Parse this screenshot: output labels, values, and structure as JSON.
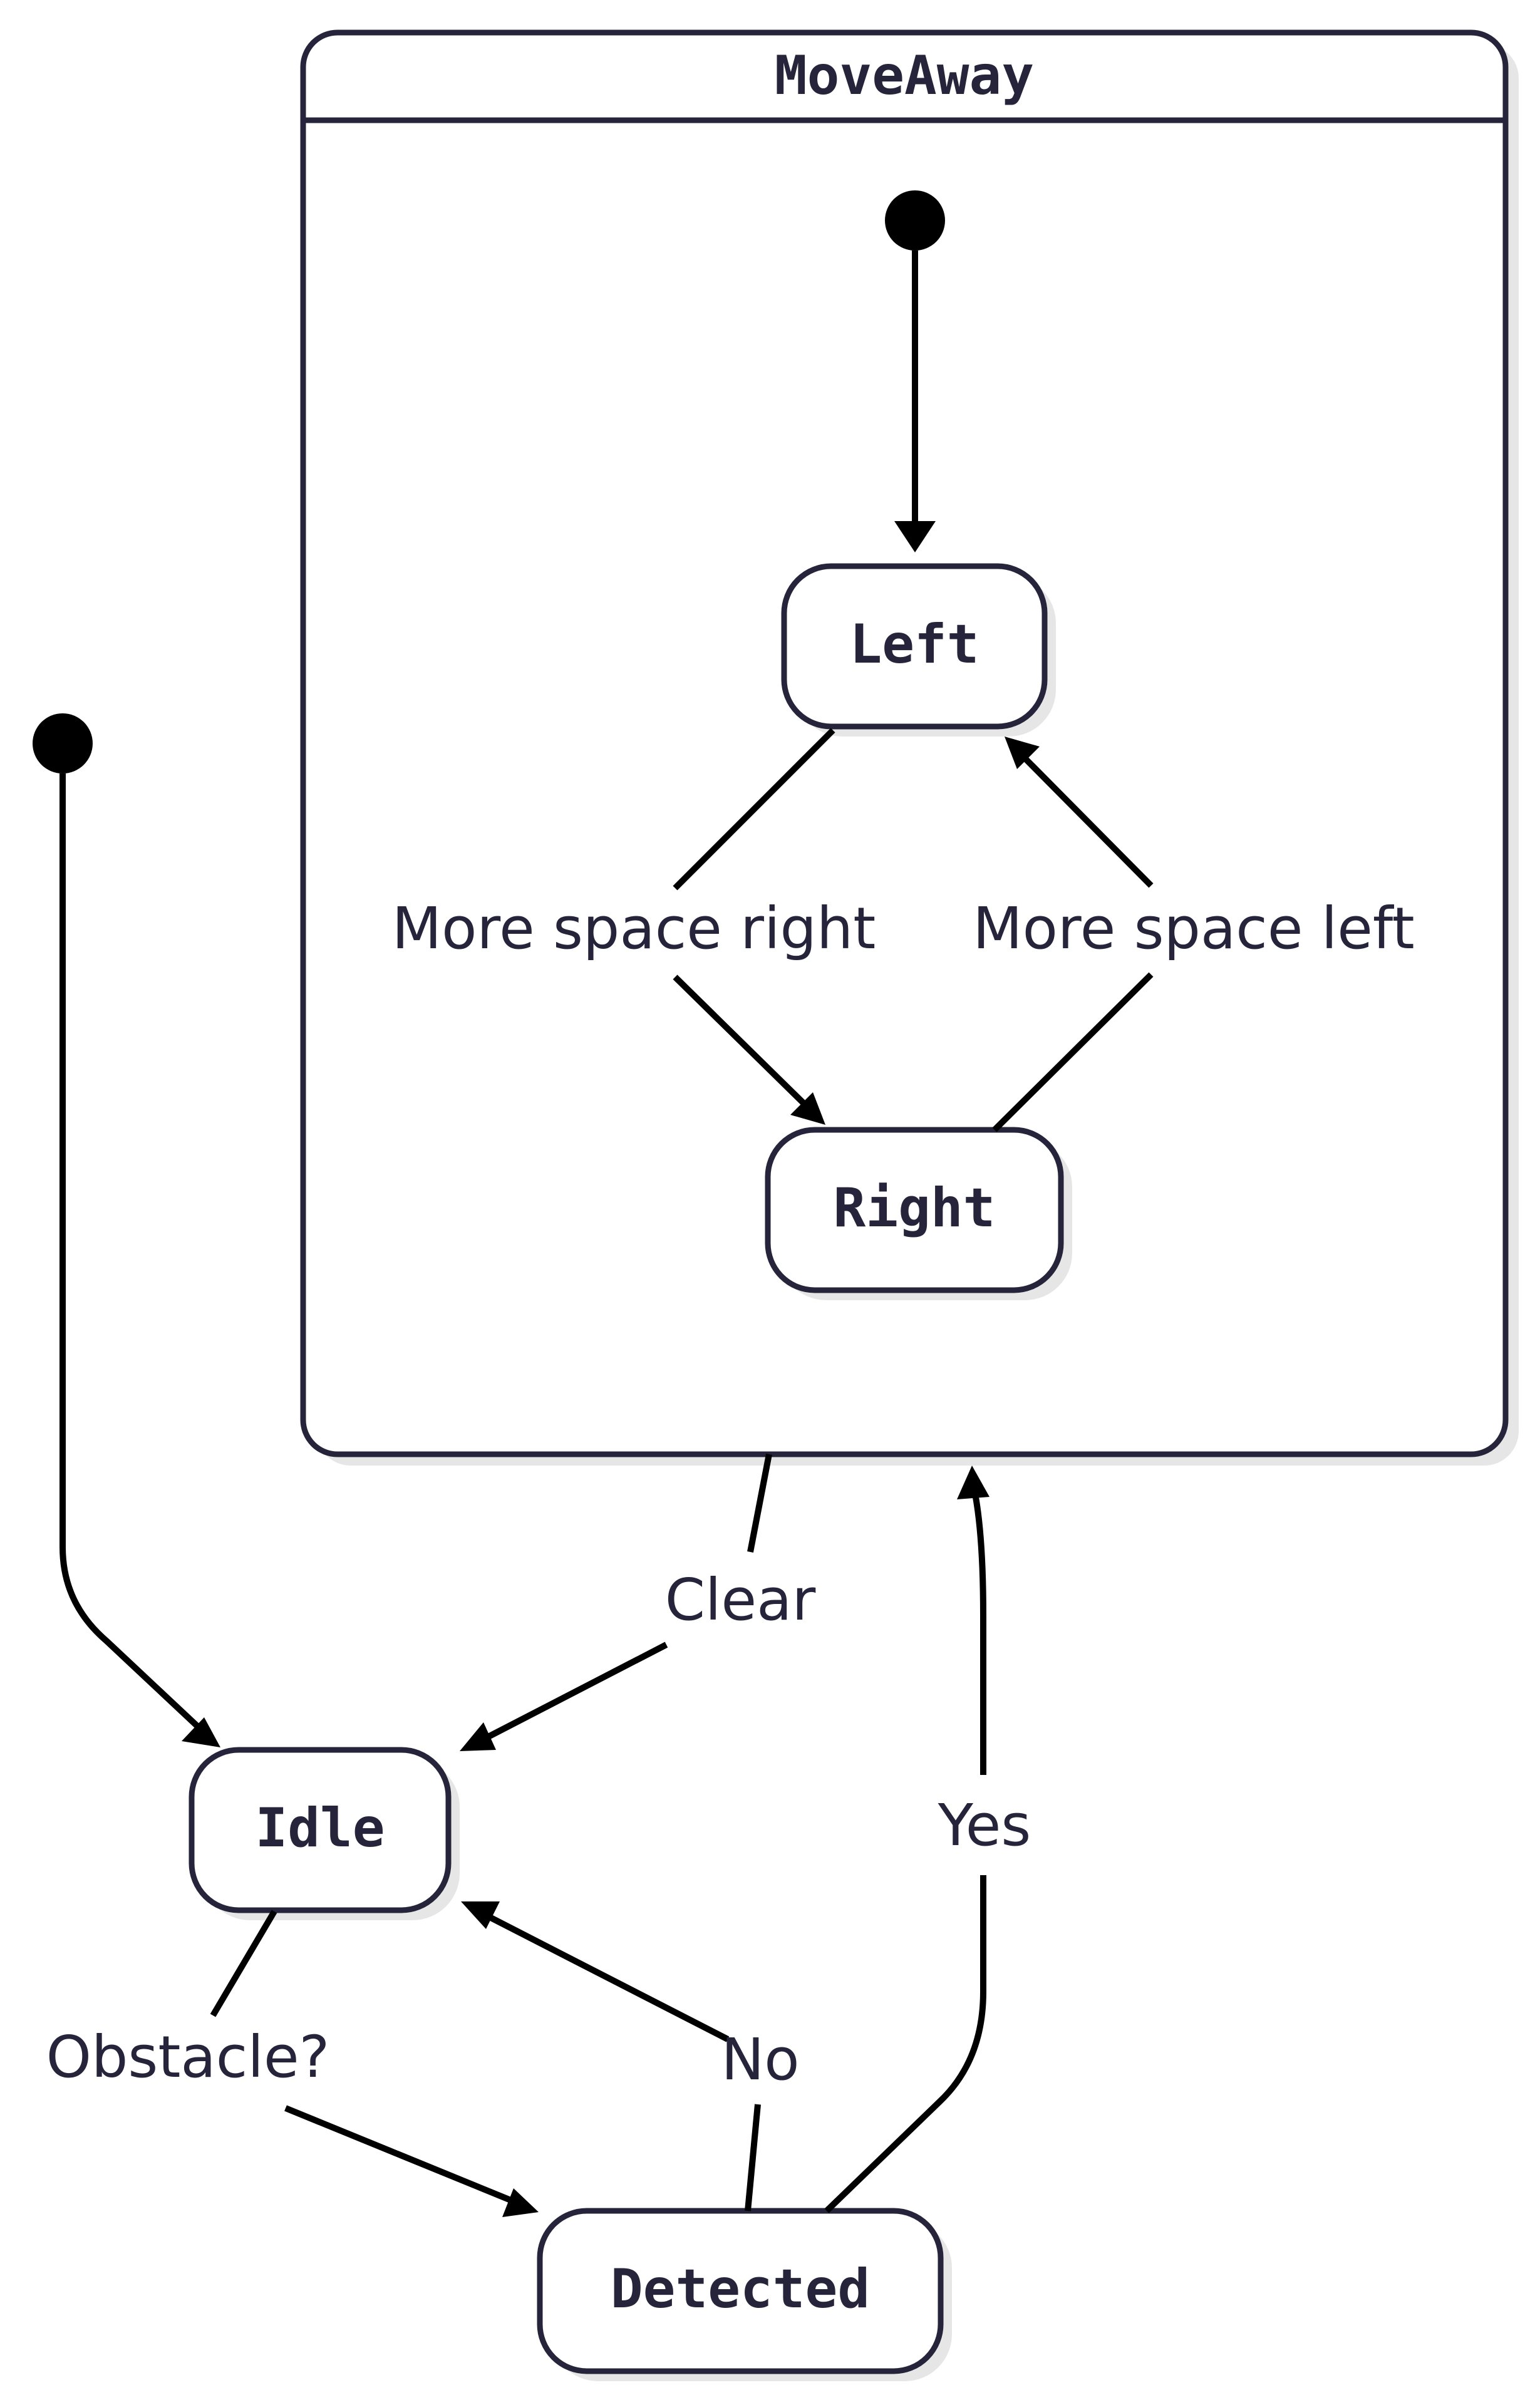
{
  "diagram": {
    "type": "state-diagram",
    "composite_state": {
      "title": "MoveAway",
      "states": {
        "left": "Left",
        "right": "Right"
      }
    },
    "states": {
      "idle": "Idle",
      "detected": "Detected"
    },
    "transitions": {
      "left_to_right": "More space right",
      "right_to_left": "More space left",
      "moveaway_to_idle": "Clear",
      "idle_to_detected": "Obstacle?",
      "detected_to_idle": "No",
      "detected_to_moveaway": "Yes"
    },
    "colors": {
      "stroke": "#25243a",
      "text": "#25243a",
      "edge": "#000000",
      "shadow": "#e6e6e6"
    }
  }
}
